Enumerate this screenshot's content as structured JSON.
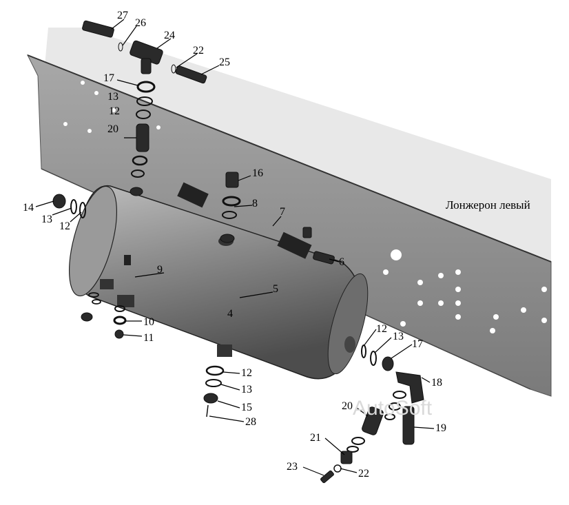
{
  "caption": "Лонжерон левый",
  "watermark": "AutoSoft",
  "callouts": {
    "c27": "27",
    "c26": "26",
    "c24": "24",
    "c22a": "22",
    "c25": "25",
    "c17a": "17",
    "c13a": "13",
    "c12a": "12",
    "c20a": "20",
    "c16": "16",
    "c8": "8",
    "c7": "7",
    "c14": "14",
    "c13b": "13",
    "c12b": "12",
    "c9": "9",
    "c5": "5",
    "c6": "6",
    "c4": "4",
    "c10": "10",
    "c11": "11",
    "c12c": "12",
    "c13c": "13",
    "c17b": "17",
    "c18": "18",
    "c12d": "12",
    "c13d": "13",
    "c15": "15",
    "c28": "28",
    "c20b": "20",
    "c19": "19",
    "c21": "21",
    "c22b": "22",
    "c23": "23"
  },
  "colors": {
    "frame": "#9a9a9a",
    "frame_dark": "#6f6f6f",
    "tank": "#8c8c8c",
    "tank_dark": "#4a4a4a",
    "part": "#2a2a2a"
  }
}
